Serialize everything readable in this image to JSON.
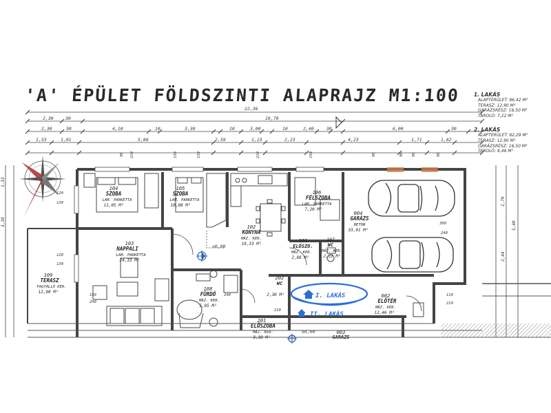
{
  "title": "'A' ÉPÜLET FÖLDSZINTI ALAPRAJZ M1:100",
  "legend": [
    {
      "head": "1. LAKÁS",
      "rows": [
        "ALAPTERÜLET: 86,42 M²",
        "TERASZ: 12,90 M²",
        "GARÁZSRÉSZ: 16,50 M²",
        "TÁROLÓ: 7,22 M²"
      ]
    },
    {
      "head": "2. LAKÁS",
      "rows": [
        "ALAPTERÜLET: 82,29 M²",
        "TERASZ: 12,90 M²",
        "GARÁZSRÉSZ: 16,50 M²",
        "TÁROLÓ: 8,48 M²"
      ]
    }
  ],
  "dimensions": {
    "total": "22,36",
    "row2_right": "19,70",
    "row2_left": [
      "2,30",
      "30"
    ],
    "row3": [
      "2,30",
      "30",
      "4,10",
      "10",
      "3,30",
      "10",
      "3,00",
      "10",
      "2,40",
      "30",
      "6,00",
      "30"
    ],
    "row4": [
      "1,33",
      "1,01",
      "5,86",
      "2,59",
      "1,23",
      "2,23",
      "4,23",
      "1,71",
      "1,62"
    ],
    "small_top": [
      "90",
      "210",
      "150",
      "150",
      "210",
      "150",
      "90",
      "90",
      "90",
      "90"
    ],
    "left": [
      "1,33",
      "3,10"
    ],
    "right": [
      "2,79",
      "5,40",
      "2,44"
    ],
    "misc": [
      "120",
      "130",
      "120",
      "130",
      "150",
      "240",
      "240",
      "110",
      "210",
      "210",
      "300",
      "240"
    ]
  },
  "rooms": [
    {
      "num": "104",
      "name": "SZOBA",
      "floor": "LAM. PARKETTA",
      "area": "11,05 M²"
    },
    {
      "num": "105",
      "name": "SZOBA",
      "floor": "LAM. PARKETTA",
      "area": "10,08 M²"
    },
    {
      "num": "102",
      "name": "KONYHA",
      "floor": "MÁZ. KER.",
      "area": "19,33 M²"
    },
    {
      "num": "106",
      "name": "FÉLSZOBA",
      "floor": "LAM. PARKETTA",
      "area": "7,20 M²"
    },
    {
      "num": "004",
      "name": "GARÁZS",
      "floor": "BETON",
      "area": "33,01 M²"
    },
    {
      "num": "103",
      "name": "NAPPALI",
      "floor": "LAM. PARKETTA",
      "area": "24,33 M²"
    },
    {
      "num": "109",
      "name": "TERASZ",
      "floor": "FAGYÁLLÓ KER.",
      "area": "12,90 M²"
    },
    {
      "num": "101",
      "name": "ELŐSZO.",
      "floor": "MÁZ. KER.",
      "area": "2,88 M²"
    },
    {
      "num": "107",
      "name": "WC",
      "floor": "MÁZ. KER.",
      "area": "2,22 M²"
    },
    {
      "num": "108",
      "name": "FÜRDŐ",
      "floor": "MÁZ. KER.",
      "area": "5,85 M²"
    },
    {
      "num": "202",
      "name": "WC",
      "floor": "",
      "area": "2,30 M²"
    },
    {
      "num": "002",
      "name": "ELŐTÉR",
      "floor": "MÁZ. KER.",
      "area": "12,46 M²"
    },
    {
      "num": "201",
      "name": "ELŐSZOBA",
      "floor": "MÁZ. KER.",
      "area": "3,38 M²"
    },
    {
      "num": "003",
      "name": "GARÁZS",
      "floor": "",
      "area": ""
    }
  ],
  "levels": [
    "±0,00",
    "±0,00"
  ],
  "annotation": {
    "line1": "I. LAKÁS",
    "line2": "II. LAKÁS",
    "color": "#2a6fd6"
  },
  "colors": {
    "ink": "#2a2a2a",
    "wall": "#444444",
    "hatch": "#d08050",
    "compass_red": "#a83030"
  }
}
